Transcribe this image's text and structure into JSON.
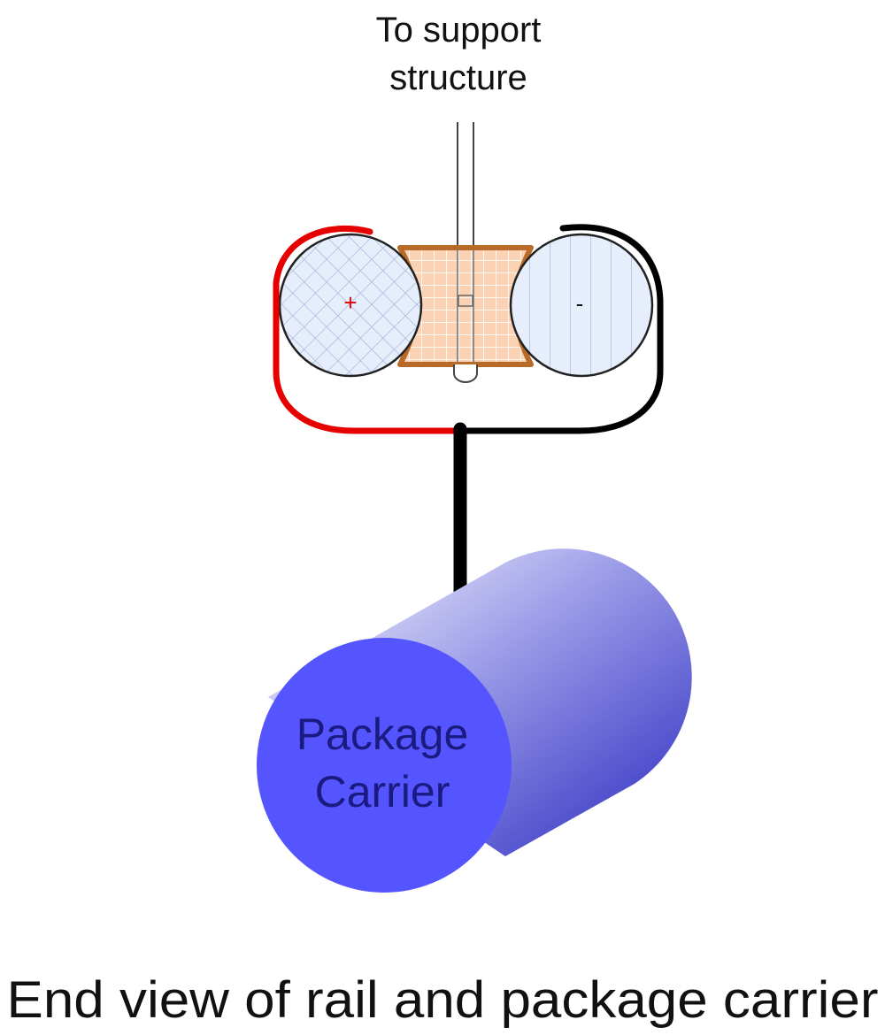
{
  "diagram": {
    "support_label_line1": "To support",
    "support_label_line2": "structure",
    "positive_rail_sign": "+",
    "negative_rail_sign": "-",
    "carrier_label_line1": "Package",
    "carrier_label_line2": "Carrier",
    "caption": "End view of rail and package carrier"
  },
  "colors": {
    "positive_wire": "#e60000",
    "negative_wire": "#000000",
    "insulator_fill": "#fbd3b4",
    "insulator_stroke": "#b86a28",
    "rail_fill": "#e6eefc",
    "carrier_face": "#5555ff",
    "carrier_text": "#1a1a80"
  }
}
